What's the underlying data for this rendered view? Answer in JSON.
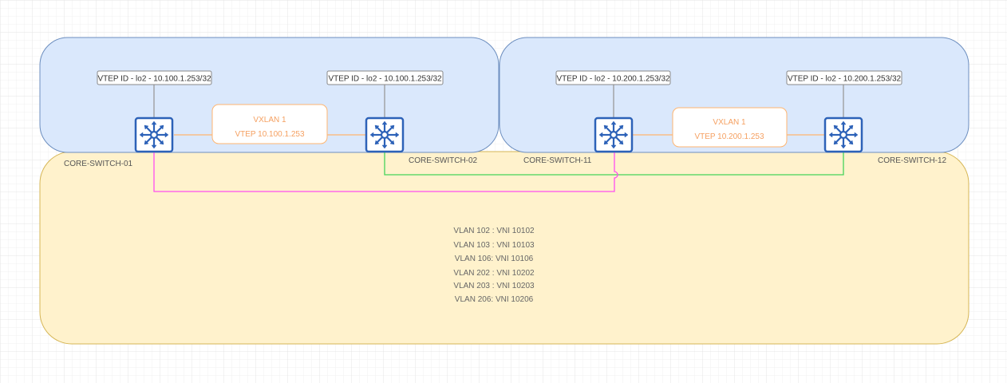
{
  "colors": {
    "blue_fill": "#dae8fc",
    "blue_stroke": "#6c8ebf",
    "yellow_fill": "#fff2cc",
    "yellow_stroke": "#d6b656",
    "vxlan": "#ffb570",
    "pink": "#ff4ef0",
    "green": "#45d45a",
    "switch": "#2d62b8"
  },
  "switches": [
    {
      "name": "CORE-SWITCH-01",
      "vtep": "VTEP ID - lo2 - 10.100.1.253/32"
    },
    {
      "name": "CORE-SWITCH-02",
      "vtep": "VTEP ID - lo2 - 10.100.1.253/32"
    },
    {
      "name": "CORE-SWITCH-11",
      "vtep": "VTEP ID - lo2 - 10.200.1.253/32"
    },
    {
      "name": "CORE-SWITCH-12",
      "vtep": "VTEP ID - lo2 - 10.200.1.253/32"
    }
  ],
  "vxlans": [
    {
      "title": "VXLAN 1",
      "vtep": "VTEP 10.100.1.253"
    },
    {
      "title": "VXLAN 1",
      "vtep": "VTEP 10.200.1.253"
    }
  ],
  "vlan_mappings": [
    "VLAN 102 : VNI 10102",
    "VLAN 103 : VNI 10103",
    "VLAN 106: VNI 10106",
    "VLAN 202 : VNI 10202",
    "VLAN 203 : VNI 10203",
    "VLAN 206: VNI 10206"
  ]
}
